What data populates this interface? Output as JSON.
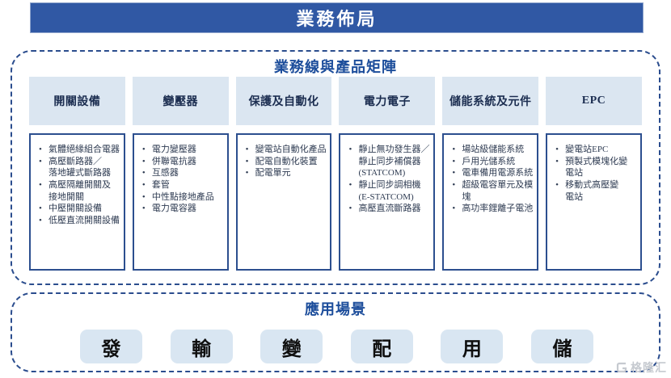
{
  "header": {
    "title": "業務佈局"
  },
  "matrix": {
    "title": "業務線與產品矩陣",
    "columns": [
      {
        "header": "開關設備",
        "items": [
          "氣體絕緣組合電器",
          "高壓斷路器／\n落地罐式斷路器",
          "高壓隔離開關及\n接地開關",
          "中壓開關設備",
          "低壓直流開關設備"
        ]
      },
      {
        "header": "變壓器",
        "items": [
          "電力變壓器",
          "併聯電抗器",
          "互感器",
          "套管",
          "中性點接地產品",
          "電力電容器"
        ]
      },
      {
        "header": "保護及自動化",
        "items": [
          "變電站自動化產品",
          "配電自動化裝置",
          "配電單元"
        ]
      },
      {
        "header": "電力電子",
        "items": [
          "靜止無功發生器／\n靜止同步補償器\n(STATCOM)",
          "靜止同步調相機\n(E-STATCOM)",
          "高壓直流斷路器"
        ]
      },
      {
        "header": "儲能系統及元件",
        "items": [
          "場站級儲能系統",
          "戶用光儲系統",
          "電車備用電源系統",
          "超級電容單元及模塊",
          "高功率鋰離子電池"
        ]
      },
      {
        "header": "EPC",
        "items": [
          "變電站EPC",
          "預製式模塊化變\n電站",
          "移動式高壓變\n電站"
        ]
      }
    ]
  },
  "scenarios": {
    "title": "應用場景",
    "items": [
      "發",
      "輸",
      "變",
      "配",
      "用",
      "儲"
    ]
  },
  "watermark": {
    "text": "格隆汇"
  },
  "colors": {
    "header_bar": "#3058a4",
    "section_title": "#1c4d9b",
    "column_header_bg": "#dbe6f1",
    "column_header_text": "#1b2d50",
    "product_box_border": "#2c4f8f",
    "dashed_border": "#2b4d8e",
    "scenario_box_bg": "#d9e6f2",
    "watermark_gray": "#c6cad0"
  }
}
